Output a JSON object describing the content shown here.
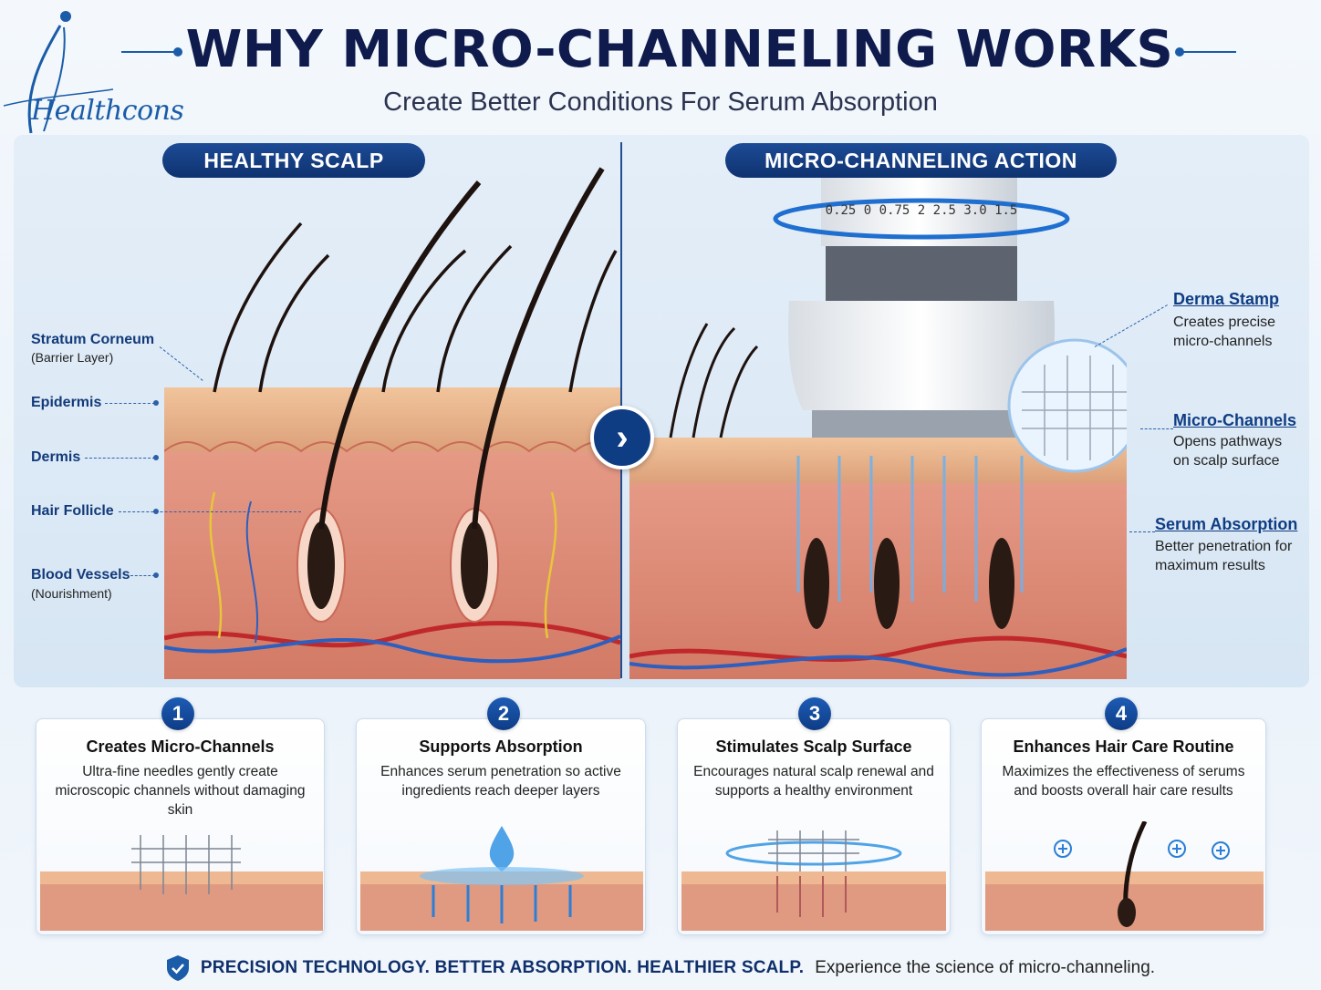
{
  "brand": {
    "name": "Healthcons"
  },
  "header": {
    "title": "WHY MICRO-CHANNELING WORKS",
    "subtitle": "Create Better Conditions For Serum Absorption"
  },
  "left_panel": {
    "badge": "HEALTHY SCALP",
    "labels": [
      {
        "title": "Stratum Corneum",
        "sub": "(Barrier Layer)"
      },
      {
        "title": "Epidermis",
        "sub": ""
      },
      {
        "title": "Dermis",
        "sub": ""
      },
      {
        "title": "Hair Follicle",
        "sub": ""
      },
      {
        "title": "Blood Vessels",
        "sub": "(Nourishment)"
      }
    ]
  },
  "right_panel": {
    "badge": "MICRO-CHANNELING ACTION",
    "device_dial": "0.25 0 0.75 2 2.5 3.0 1.5",
    "labels": [
      {
        "title": "Derma Stamp",
        "desc": "Creates precise micro-channels"
      },
      {
        "title": "Micro-Channels",
        "desc": "Opens pathways on scalp surface"
      },
      {
        "title": "Serum Absorption",
        "desc": "Better penetration for maximum results"
      }
    ]
  },
  "cards": [
    {
      "num": "1",
      "title": "Creates Micro-Channels",
      "desc": "Ultra-fine needles gently create microscopic channels without damaging skin"
    },
    {
      "num": "2",
      "title": "Supports Absorption",
      "desc": "Enhances serum penetration so active ingredients reach deeper layers"
    },
    {
      "num": "3",
      "title": "Stimulates Scalp Surface",
      "desc": "Encourages natural scalp renewal and supports a healthy environment"
    },
    {
      "num": "4",
      "title": "Enhances Hair Care Routine",
      "desc": "Maximizes the effectiveness of serums and boosts overall hair care results"
    }
  ],
  "footer": {
    "strong": "PRECISION TECHNOLOGY. BETTER ABSORPTION. HEALTHIER SCALP.",
    "light": "Experience the science of micro-channeling."
  },
  "colors": {
    "navy": "#0f1b4c",
    "brand_blue": "#1a5ca8",
    "skin": "#e3957f",
    "epidermis": "#eab48e"
  }
}
